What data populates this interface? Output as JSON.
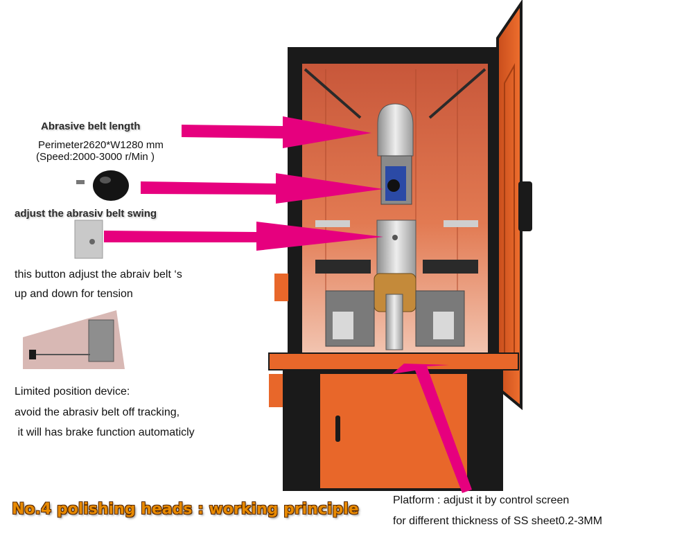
{
  "labels": {
    "belt_length_title": "Abrasive belt length",
    "belt_perimeter": "Perimeter2620*W1280 mm",
    "belt_speed": "(Speed:2000-3000 r/Min )",
    "swing_title": "adjust the abrasiv belt swing",
    "tension_line1": "this button adjust the abraiv belt ‘s",
    "tension_line2": "up and down for  tension",
    "limit_line1": "Limited position device:",
    "limit_line2": "avoid the abrasiv belt  off tracking,",
    "limit_line3": " it will has brake function automaticly",
    "platform_line1": "Platform : adjust it by control screen",
    "platform_line2": "for different thickness of SS sheet0.2-3MM",
    "footer_title": "No.4 polishing heads : working principle"
  },
  "colors": {
    "machine_orange": "#e8672a",
    "machine_dark": "#1c1c1c",
    "arrow_magenta": "#e6007e",
    "title_orange": "#e88a00"
  }
}
